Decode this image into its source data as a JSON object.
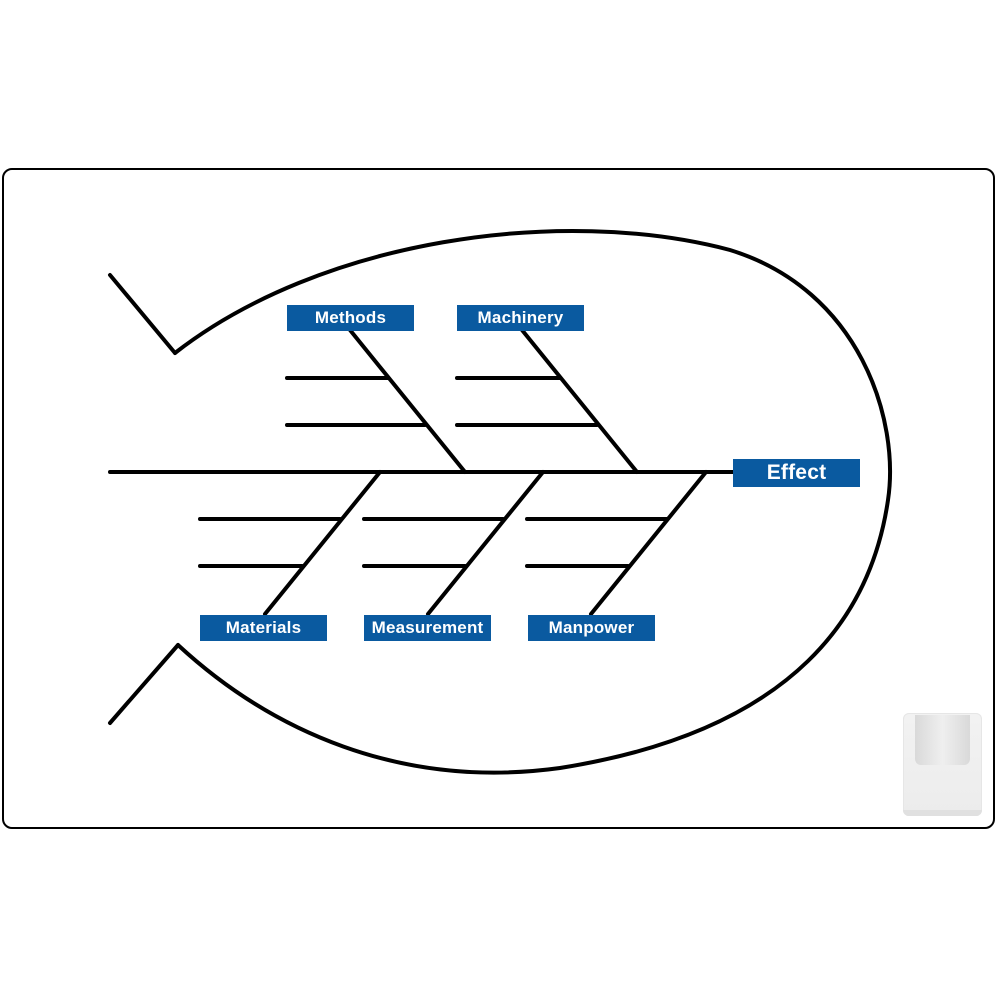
{
  "diagram": {
    "type": "fishbone (Ishikawa) whiteboard",
    "effect": "Effect",
    "top_categories": [
      "Methods",
      "Machinery"
    ],
    "bottom_categories": [
      "Materials",
      "Measurement",
      "Manpower"
    ],
    "colors": {
      "label_fill": "#0a5aa0",
      "label_text": "#ffffff",
      "lines": "#000000",
      "board_border": "#000000",
      "background": "#ffffff"
    }
  },
  "labels": {
    "methods": "Methods",
    "machinery": "Machinery",
    "effect": "Effect",
    "materials": "Materials",
    "measurement": "Measurement",
    "manpower": "Manpower"
  },
  "accessories": {
    "marker_holder": "marker-tray"
  }
}
